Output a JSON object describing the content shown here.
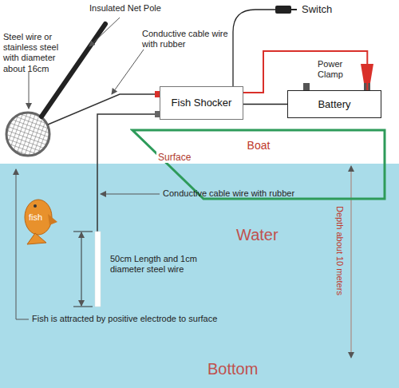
{
  "diagram": {
    "nodes": [
      {
        "text": [
          "Fish Shocker"
        ]
      },
      {
        "text": [
          "Battery"
        ]
      },
      {
        "text": [
          "Boat"
        ]
      }
    ],
    "edges": [
      {
        "from": 0,
        "to": 1,
        "arrow": "none"
      },
      {
        "from": 0,
        "to": 1,
        "arrow": "none"
      }
    ],
    "labels": [
      "Insulated Net Pole",
      "Steel wire or stainless steel with diameter about 16cm",
      "Conductive cable wire with rubber",
      "Switch",
      "Power Clamp",
      "Surface",
      "fish",
      "Conductive cable wire with rubber",
      "Water",
      "Depth about 10 meters",
      "50cm Length and 1cm diameter steel wire",
      "Fish is attracted by positive electrode to surface",
      "Bottom"
    ]
  }
}
